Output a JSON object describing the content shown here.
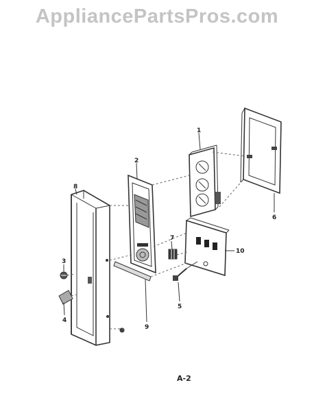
{
  "watermark": "AppliancePartsPros.com",
  "page_code": "A-2",
  "callouts": {
    "c1": "1",
    "c2": "2",
    "c3": "3",
    "c4": "4",
    "c5": "5",
    "c6": "6",
    "c7": "7",
    "c8": "8",
    "c9": "9",
    "c10": "10"
  }
}
